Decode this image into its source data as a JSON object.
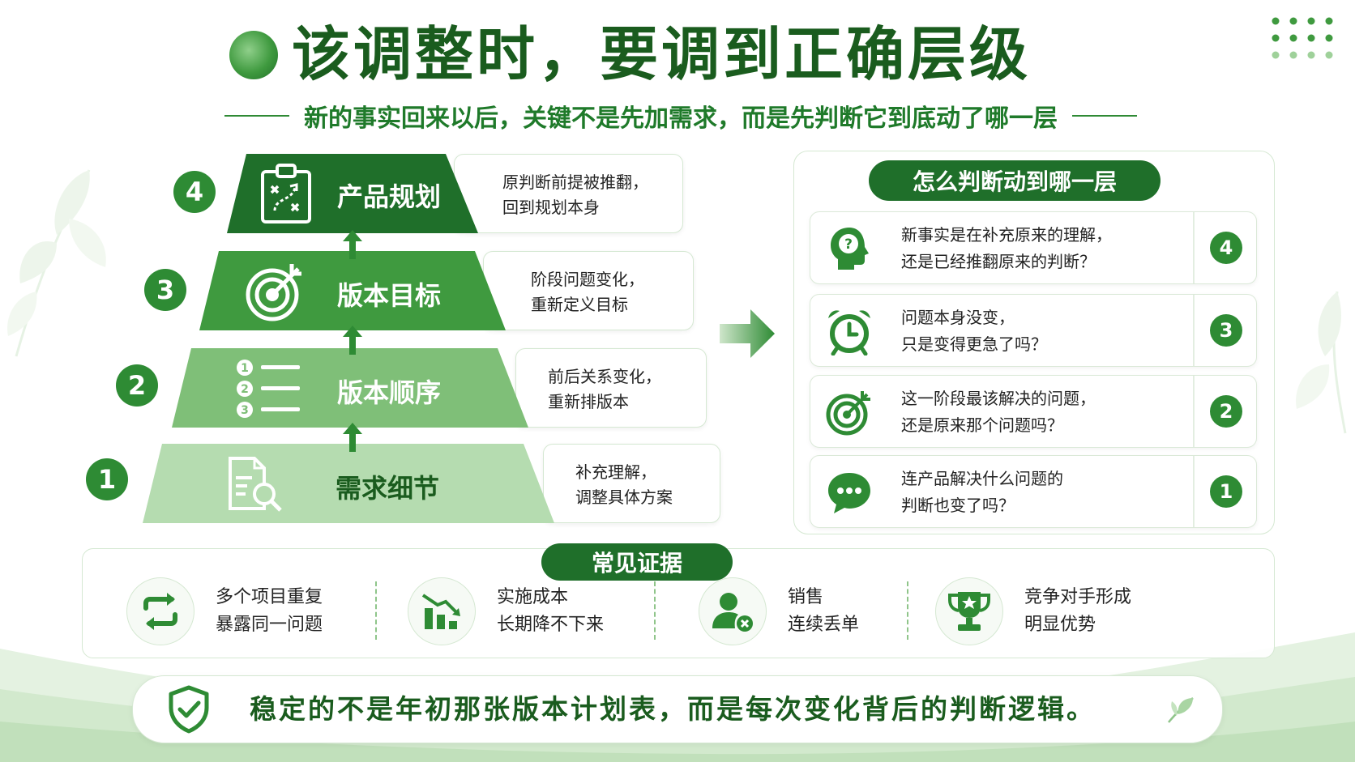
{
  "title": "该调整时，要调到正确层级",
  "subtitle": "新的事实回来以后，关键不是先加需求，而是先判断它到底动了哪一层",
  "pyramid": {
    "levels": [
      {
        "number": "4",
        "label": "产品规划",
        "icon": "clipboard-strategy-icon",
        "desc_line1": "原判断前提被推翻，",
        "desc_line2": "回到规划本身"
      },
      {
        "number": "3",
        "label": "版本目标",
        "icon": "target-icon",
        "desc_line1": "阶段问题变化，",
        "desc_line2": "重新定义目标"
      },
      {
        "number": "2",
        "label": "版本顺序",
        "icon": "numbered-list-icon",
        "desc_line1": "前后关系变化，",
        "desc_line2": "重新排版本"
      },
      {
        "number": "1",
        "label": "需求细节",
        "icon": "document-search-icon",
        "desc_line1": "补充理解，",
        "desc_line2": "调整具体方案"
      }
    ]
  },
  "judge_panel": {
    "title": "怎么判断动到哪一层",
    "questions": [
      {
        "line1": "新事实是在补充原来的理解，",
        "line2": "还是已经推翻原来的判断？",
        "level": "4",
        "icon": "head-question-icon"
      },
      {
        "line1": "问题本身没变，",
        "line2": "只是变得更急了吗？",
        "level": "3",
        "icon": "alarm-clock-icon"
      },
      {
        "line1": "这一阶段最该解决的问题，",
        "line2": "还是原来那个问题吗？",
        "level": "2",
        "icon": "target-icon"
      },
      {
        "line1": "连产品解决什么问题的",
        "line2": "判断也变了吗？",
        "level": "1",
        "icon": "chat-bubble-icon"
      }
    ]
  },
  "evidence": {
    "title": "常见证据",
    "items": [
      {
        "line1": "多个项目重复",
        "line2": "暴露同一问题",
        "icon": "repeat-arrows-icon"
      },
      {
        "line1": "实施成本",
        "line2": "长期降不下来",
        "icon": "declining-bar-chart-icon"
      },
      {
        "line1": "销售",
        "line2": "连续丢单",
        "icon": "user-remove-icon"
      },
      {
        "line1": "竞争对手形成",
        "line2": "明显优势",
        "icon": "trophy-icon"
      }
    ]
  },
  "banner": {
    "text": "稳定的不是年初那张版本计划表，而是每次变化背后的判断逻辑。",
    "icon": "shield-check-icon",
    "trail_icon": "leaf-icon"
  },
  "colors": {
    "dark_green": "#1f6f2a",
    "mid_green": "#3f9a3f",
    "light_green": "#7fbf78",
    "pale_green": "#b5dcb0",
    "title_green": "#1a5c1e"
  }
}
